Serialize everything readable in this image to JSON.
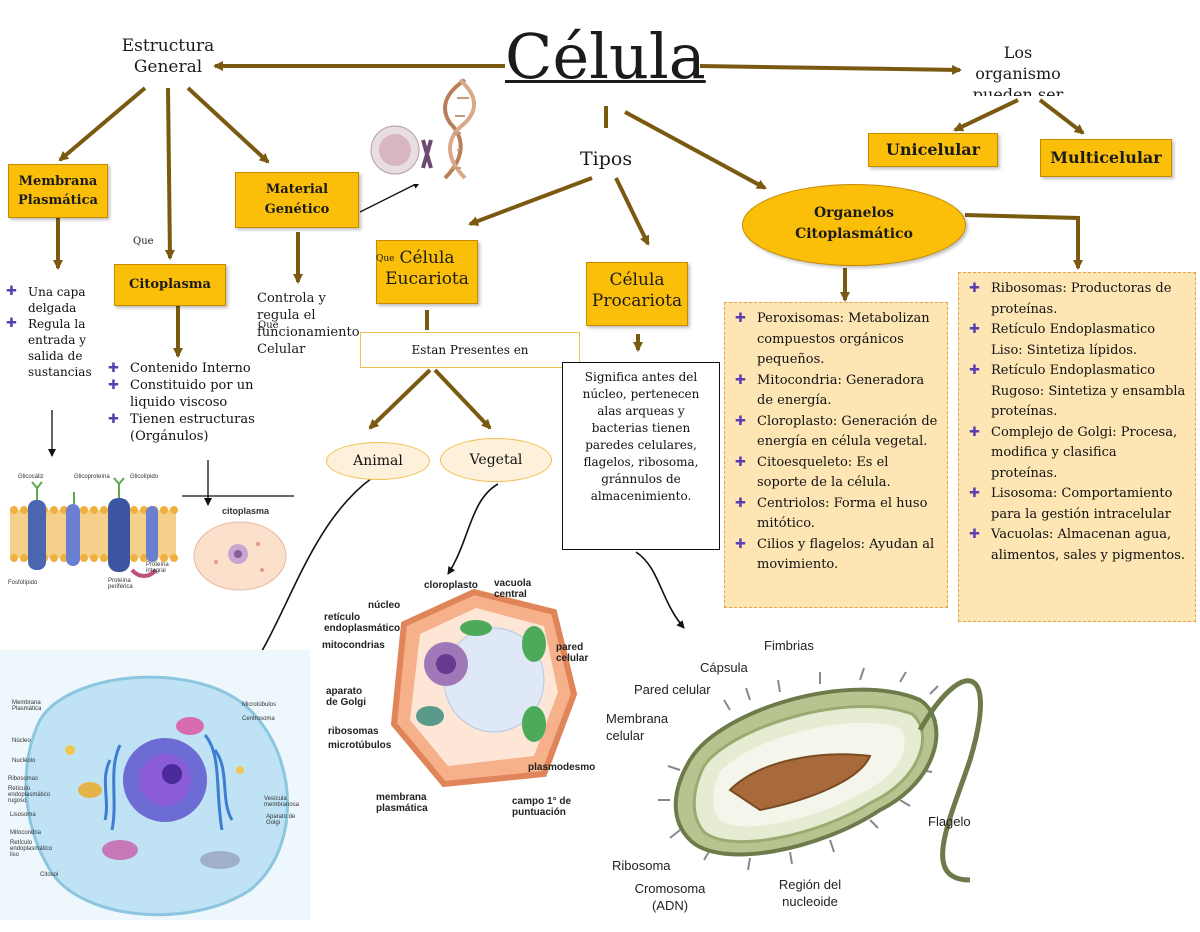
{
  "title": "Célula",
  "estructura": "Estructura General",
  "organismos": "Los organismo pueden ser",
  "unicelular": "Unicelular",
  "multicelular": "Multicelular",
  "tipos": "Tipos",
  "membrana": "Membrana Plasmática",
  "material": "Material Genético",
  "citoplasma": "Citoplasma",
  "que1": "Que",
  "que2": "Que",
  "que3": "Que",
  "membrana_items": [
    "Una capa delgada",
    "Regula la entrada y salida de sustancias"
  ],
  "citoplasma_items": [
    "Contenido Interno",
    "Constituido por un liquido viscoso",
    "Tienen estructuras (Orgánulos)"
  ],
  "material_text": "Controla y regula el funcionamiento Celular",
  "eucariota": "Célula Eucariota",
  "procariota": "Célula Procariota",
  "estan": "Estan Presentes en",
  "animal": "Animal",
  "vegetal": "Vegetal",
  "significa": "Significa antes del núcleo, pertenecen alas arqueas y bacterias tienen paredes celulares, flagelos, ribosoma, gránnulos de almacenimiento.",
  "organelos": "Organelos Citoplasmático",
  "org_left": [
    "Peroxisomas: Metabolizan compuestos orgánicos pequeños.",
    "Mitocondria: Generadora de energía.",
    "Cloroplasto: Generación de energía en célula vegetal.",
    "Citoesqueleto: Es el soporte de la célula.",
    "Centriolos: Forma el huso mitótico.",
    "Cilios y flagelos: Ayudan al movimiento."
  ],
  "org_right": [
    "Ribosomas: Productoras de proteínas.",
    "Retículo Endoplasmatico Liso: Sintetiza lípidos.",
    "Retículo Endoplasmatico Rugoso: Sintetiza y ensambla proteínas.",
    "Complejo de Golgi: Procesa, modifica y clasifica proteínas.",
    "Lisosoma: Comportamiento para la gestión intracelular",
    "Vacuolas: Almacenan agua, alimentos, sales y pigmentos."
  ],
  "membrane_ill": {
    "title": "",
    "labels": [
      "Glicocáliz",
      "Glicoproteína",
      "Glicolípido",
      "Proteína integral",
      "Proteína periférica",
      "Fosfolípido"
    ]
  },
  "cito_ill": "citoplasma",
  "veg_labels": {
    "cloroplasto": "cloroplasto",
    "vacuola": "vacuola central",
    "nucleo": "núcleo",
    "reticulo": "retículo endoplasmático",
    "mitocondrias": "mitocondrias",
    "pared": "pared celular",
    "aparato": "aparato de Golgi",
    "ribosomas": "ribosomas",
    "microtubulos": "microtúbulos",
    "plasmodesmo": "plasmodesmo",
    "membrana": "membrana plasmática",
    "campo": "campo 1° de puntuación"
  },
  "animal_labels": [
    "Membrana Plasmática",
    "Núcleo",
    "Nucléolo",
    "Ribosomas",
    "Retículo endoplasmático rugoso",
    "Lisosoma",
    "Mitocondria",
    "Retículo endoplasmático liso",
    "Citosol",
    "Microtúbulos",
    "Centrosoma",
    "Vesícula membranosa",
    "Aparato de Golgi"
  ],
  "prok_labels": {
    "fimbrias": "Fimbrias",
    "capsula": "Cápsula",
    "pared": "Pared celular",
    "membrana": "Membrana celular",
    "ribosoma": "Ribosoma",
    "cromosoma": "Cromosoma (ADN)",
    "region": "Región del nucleoide",
    "flagelo": "Flagelo"
  }
}
